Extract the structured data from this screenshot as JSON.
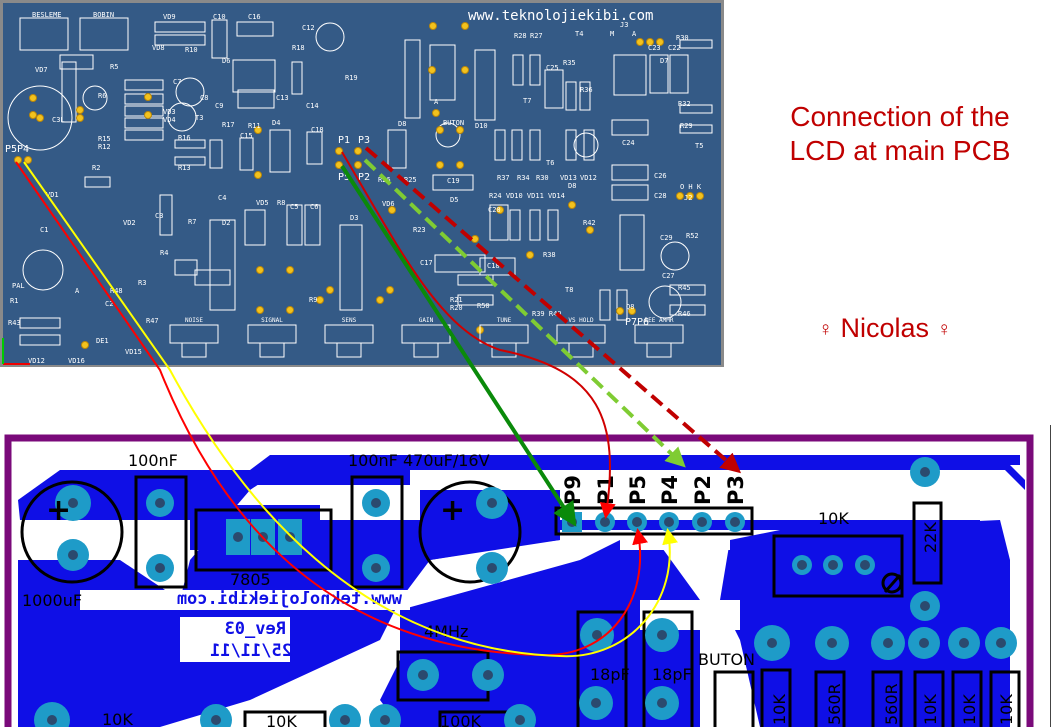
{
  "annotation": {
    "title": "Connection of the LCD at main PCB",
    "author": "Nicolas",
    "author_symbol": "♀",
    "color": "#c00000"
  },
  "main_pcb": {
    "website": "www.teknolojiekibi.com",
    "board_color": "#345a86",
    "labels": [
      "BESLEME",
      "BOBIN",
      "VD9",
      "C10",
      "C16",
      "C12",
      "VD8",
      "R10",
      "R18",
      "VD7",
      "R5",
      "C7",
      "D6",
      "R19",
      "C8",
      "C9",
      "C3L",
      "R6",
      "C13",
      "C14",
      "VD3",
      "VD4",
      "T3",
      "R17",
      "R11",
      "D4",
      "C15",
      "R15",
      "R12",
      "R16",
      "R13",
      "C18",
      "R2",
      "P5P4",
      "J3",
      "M",
      "A",
      "R28",
      "R27",
      "T4",
      "C25",
      "R35",
      "R36",
      "D7",
      "C23",
      "C22",
      "R30",
      "R32",
      "R29",
      "C24",
      "T5",
      "D8",
      "D10",
      "BUTON",
      "T7",
      "P1",
      "P3",
      "P5",
      "P2",
      "R26",
      "R25",
      "C19",
      "R37",
      "R34",
      "R30",
      "VD13",
      "VD12",
      "T6",
      "C26",
      "C28",
      "O H K",
      "J2",
      "D8",
      "R24 VD10 VD11",
      "VD14",
      "C20",
      "D5",
      "VD1",
      "C1",
      "C3",
      "VD2",
      "C4",
      "D2",
      "R7",
      "VD5",
      "R8",
      "C5",
      "C6",
      "D3",
      "VD6",
      "R23",
      "C17",
      "C18",
      "R21",
      "R20",
      "R50",
      "R38",
      "T8",
      "R42",
      "C29",
      "R52",
      "Q8",
      "C27",
      "R45",
      "R46",
      "R39 R40",
      "P7P6",
      "PAL",
      "R1",
      "R43",
      "R48",
      "R3",
      "R4",
      "C2",
      "VD15",
      "DE1",
      "R47",
      "R9",
      "VD12",
      "VD16",
      "A",
      "A"
    ],
    "pots": [
      "NOISE",
      "SIGNAL",
      "SENS",
      "GAIN",
      "TUNE",
      "VS HOLD",
      "BEE AMMR"
    ]
  },
  "lcd_pcb": {
    "border_color": "#7a0a7a",
    "copper_color": "#0f0fe6",
    "pad_color": "#1e9bc8",
    "website_mirrored": "www.teknolojiekibi.com",
    "revision": "Rev_03",
    "date": "25/11/11",
    "labels": [
      "100nF",
      "100nF 470uF/16V",
      "1000uF",
      "7805",
      "10K",
      "22K",
      "18pF",
      "18pF",
      "BUTON",
      "10K",
      "560R",
      "560R",
      "10K",
      "10K",
      "10K",
      "10K",
      "10K",
      "100K",
      "4MHz"
    ],
    "header_pins": [
      "P9",
      "P1",
      "P5",
      "P4",
      "P2",
      "P3"
    ]
  },
  "connections": [
    {
      "from": "P5",
      "to": "P5",
      "color": "#ff0000",
      "style": "solid"
    },
    {
      "from": "P4",
      "to": "P4",
      "color": "#ffff00",
      "style": "solid"
    },
    {
      "from": "P1",
      "to": "P1",
      "color": "#d00000",
      "style": "solid"
    },
    {
      "from": "P9",
      "to": "P9",
      "color": "#0a8a0a",
      "style": "solid"
    },
    {
      "from": "P2",
      "to": "P2",
      "color": "#7fcc33",
      "style": "dashed"
    },
    {
      "from": "P3",
      "to": "P3",
      "color": "#c00000",
      "style": "dashed"
    }
  ]
}
